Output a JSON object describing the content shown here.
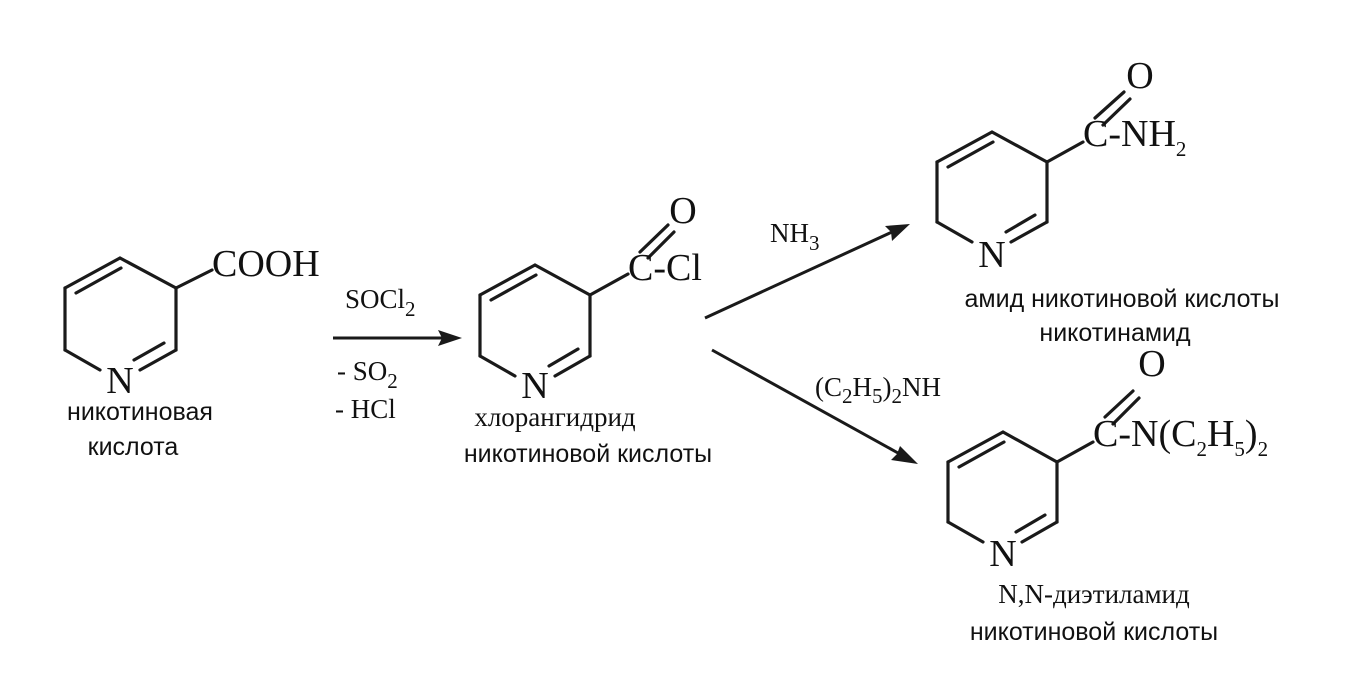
{
  "start": {
    "atom_n": "N",
    "group": "COOH",
    "name_line1": "никотиновая",
    "name_line2": "кислота"
  },
  "step1": {
    "reagent_main": "SOCl",
    "reagent_sub": "2",
    "byproduct1_main": "- SO",
    "byproduct1_sub": "2",
    "byproduct2": "- HCl"
  },
  "intermediate": {
    "atom_n": "N",
    "carbonyl_o": "O",
    "group": "C-Cl",
    "name_line1": "хлорангидрид",
    "name_line2": "никотиновой кислоты"
  },
  "step2a": {
    "reagent_main": "NH",
    "reagent_sub": "3"
  },
  "product_a": {
    "atom_n": "N",
    "carbonyl_o": "O",
    "group_main": "C-NH",
    "group_sub": "2",
    "name_line1": "амид никотиновой кислоты",
    "name_line2": "никотинамид"
  },
  "step2b": {
    "p1": "(C",
    "s1": "2",
    "p2": "H",
    "s2": "5",
    "p3": ")",
    "s3": "2",
    "p4": "NH"
  },
  "product_b": {
    "atom_n": "N",
    "carbonyl_o": "O",
    "g1": "C-N(C",
    "s1": "2",
    "g2": "H",
    "s2": "5",
    "g3": ")",
    "s3": "2",
    "name_line1": "N,N-диэтиламид",
    "name_line2": "никотиновой кислоты"
  }
}
